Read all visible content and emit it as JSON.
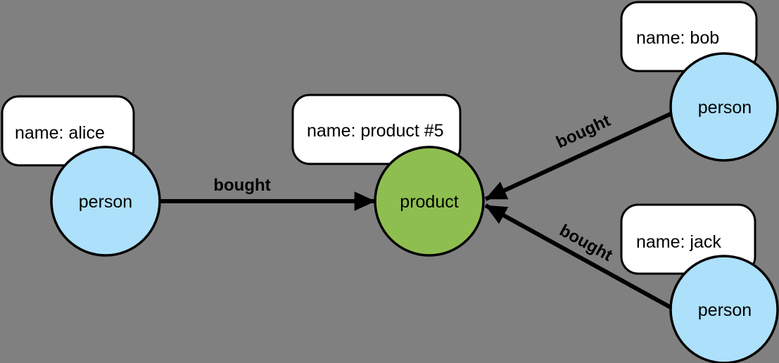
{
  "diagram": {
    "background_color": "#808080",
    "colors": {
      "person_fill": "#ADE0FA",
      "product_fill": "#8FBE50",
      "box_fill": "#FFFFFF",
      "line_color": "#000000"
    },
    "nodes": [
      {
        "id": "alice",
        "label": "person",
        "property": "name: alice"
      },
      {
        "id": "product5",
        "label": "product",
        "property": "name: product #5"
      },
      {
        "id": "bob",
        "label": "person",
        "property": "name: bob"
      },
      {
        "id": "jack",
        "label": "person",
        "property": "name: jack"
      }
    ],
    "edges": [
      {
        "from": "alice",
        "to": "product5",
        "label": "bought"
      },
      {
        "from": "bob",
        "to": "product5",
        "label": "bought"
      },
      {
        "from": "jack",
        "to": "product5",
        "label": "bought"
      }
    ]
  }
}
